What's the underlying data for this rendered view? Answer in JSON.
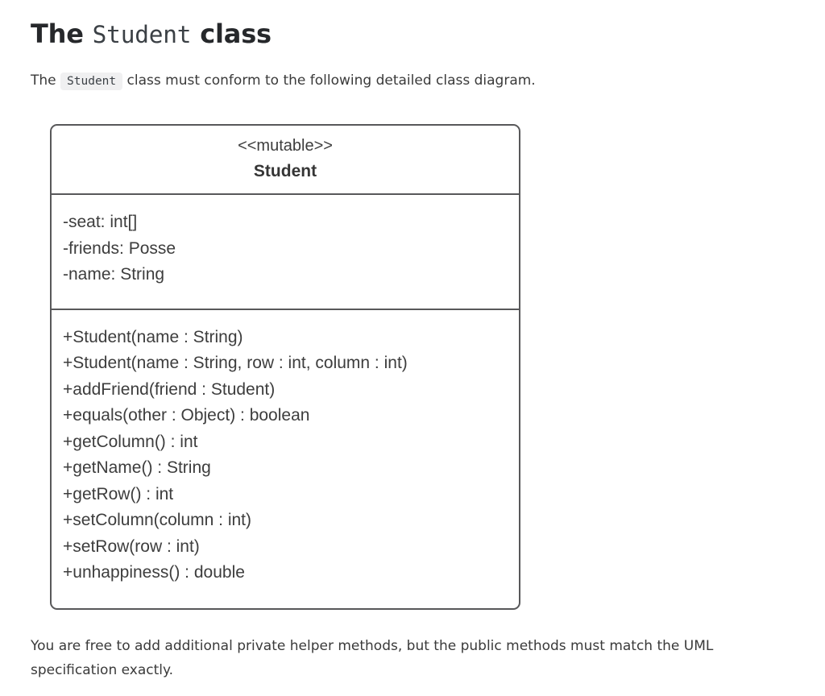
{
  "page": {
    "title": {
      "prefix": "The ",
      "code": "Student",
      "suffix": " class"
    },
    "intro": {
      "prefix": "The ",
      "code": "Student",
      "suffix": " class must conform to the following detailed class diagram."
    },
    "footer_note": "You are free to add additional private helper methods, but the public methods must match the UML specification exactly."
  },
  "uml": {
    "stereotype": "<<mutable>>",
    "class_name": "Student",
    "fields": [
      "-seat: int[]",
      "-friends: Posse",
      "-name: String"
    ],
    "methods": [
      "+Student(name : String)",
      "+Student(name : String, row : int, column : int)",
      "+addFriend(friend : Student)",
      "+equals(other : Object) : boolean",
      "+getColumn() : int",
      "+getName() : String",
      "+getRow() : int",
      "+setColumn(column : int)",
      "+setRow(row : int)",
      "+unhappiness() : double"
    ]
  },
  "colors": {
    "uml_border": "#58585a",
    "uml_text": "#3d3d3d",
    "heading_text": "#26282b",
    "body_text": "#3a3a3a",
    "code_chip_bg": "#f0f0f1"
  }
}
